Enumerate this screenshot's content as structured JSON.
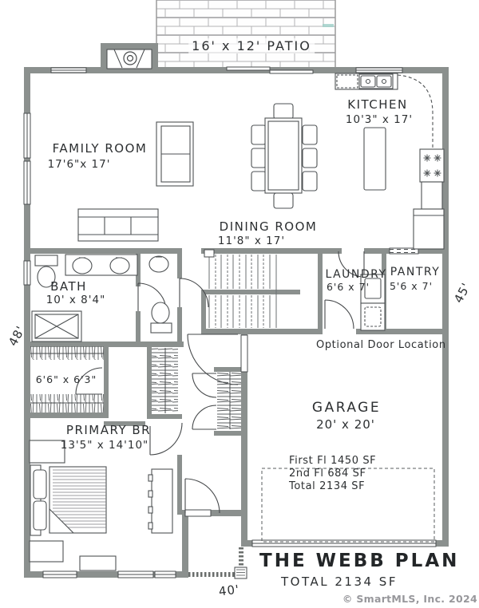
{
  "rooms": {
    "patio": {
      "label": "16' x 12' PATIO"
    },
    "family_room": {
      "name": "FAMILY ROOM",
      "dims": "17'6\"x 17'"
    },
    "dining_room": {
      "name": "DINING ROOM",
      "dims": "11'8\" x 17'"
    },
    "kitchen": {
      "name": "KITCHEN",
      "dims": "10'3\" x 17'"
    },
    "bath": {
      "name": "BATH",
      "dims": "10' x 8'4\""
    },
    "laundry": {
      "name": "LAUNDRY",
      "dims": "6'6 x 7'"
    },
    "pantry": {
      "name": "PANTRY",
      "dims": "5'6 x 7'"
    },
    "garage": {
      "name": "GARAGE",
      "dims": "20' x 20'"
    },
    "primary_bedroom": {
      "name": "PRIMARY BR",
      "dims": "13'5\" x 14'10\""
    },
    "walk_in_closet": {
      "dims": "6'6\" x 6'3\""
    }
  },
  "annotations": {
    "optional_door": "Optional Door Location",
    "area_first": "First Fl 1450 SF",
    "area_second": "2nd Fl 684 SF",
    "area_total": "Total  2134 SF"
  },
  "dimensions": {
    "left": "48'",
    "right": "45'",
    "bottom": "40'"
  },
  "footer": {
    "title": "THE WEBB PLAN",
    "total": "TOTAL 2134 SF"
  },
  "watermark": {
    "text": "© SmartMLS, Inc. 2024"
  },
  "colors": {
    "wall": "#8b908e",
    "line": "#46494b",
    "brick": "#b4b4b6",
    "accent_teal": "#9fd0c8"
  }
}
